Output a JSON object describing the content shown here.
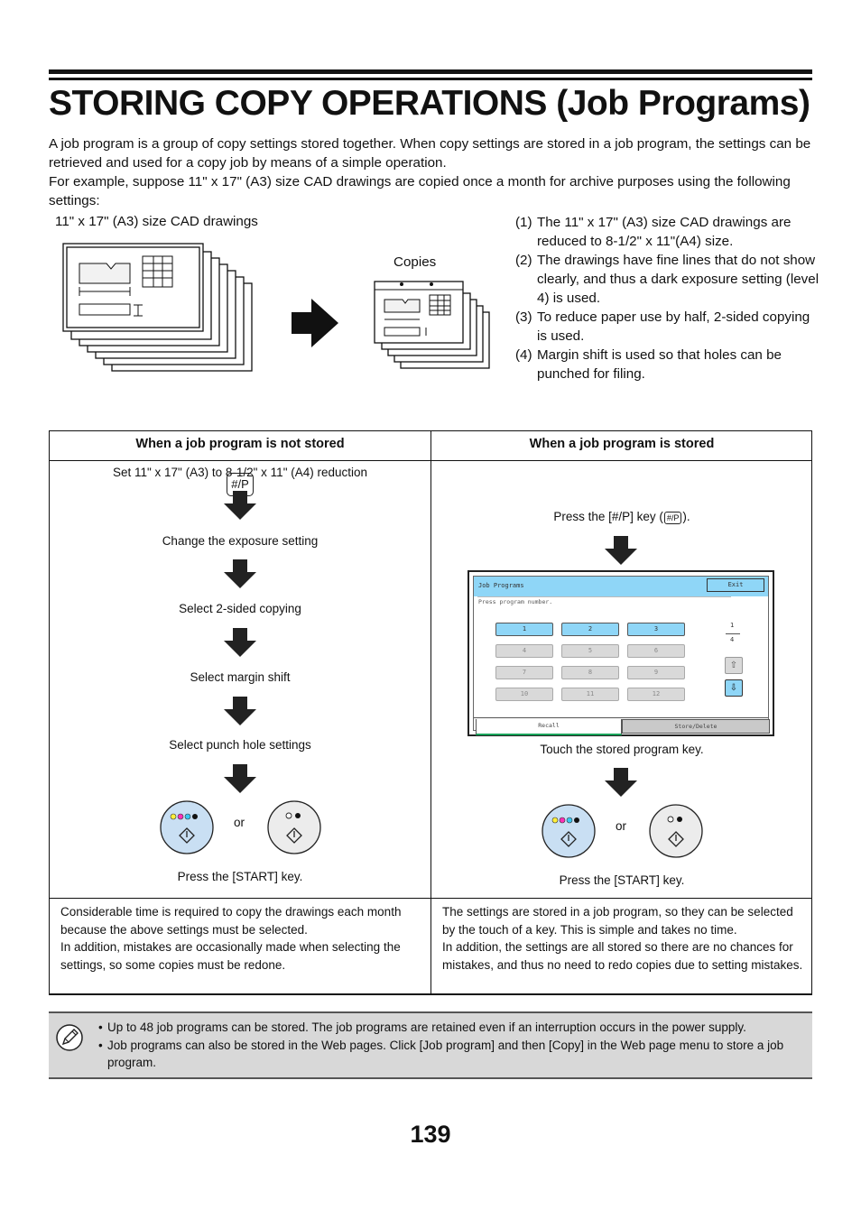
{
  "title": "STORING COPY OPERATIONS (Job Programs)",
  "intro": {
    "p1": "A job program is a group of copy settings stored together. When copy settings are stored in a job program, the settings can be retrieved and used for a copy job by means of a simple operation.",
    "p2": "For example, suppose 11\" x 17\" (A3) size CAD drawings are copied once a month for archive purposes using the following settings:"
  },
  "illustration": {
    "originals_label": "11\" x 17\" (A3) size CAD drawings",
    "copies_label": "Copies"
  },
  "steps": [
    {
      "num": "(1)",
      "text": "The 11\" x 17\" (A3) size CAD drawings are reduced to 8-1/2\" x 11\"(A4) size."
    },
    {
      "num": "(2)",
      "text": "The drawings have fine lines that do not show clearly, and thus a dark exposure setting (level 4) is used."
    },
    {
      "num": "(3)",
      "text": "To reduce paper use by half, 2-sided copying is used."
    },
    {
      "num": "(4)",
      "text": "Margin shift is used so that holes can be punched for filing."
    }
  ],
  "table": {
    "left_header": "When a job program is not stored",
    "right_header": "When a job program is stored",
    "left_flow": [
      "Set 11\" x 17\" (A3) to 8-1/2\" x 11\" (A4) reduction",
      "Change the exposure setting",
      "Select 2-sided copying",
      "Select margin shift",
      "Select punch hole settings"
    ],
    "or": "or",
    "start_caption": "Press the [START] key.",
    "key_label": "#/P",
    "right_press_key_prefix": "Press the [#/P] key (",
    "right_press_key_suffix": ").",
    "right_touch": "Touch the stored program key.",
    "left_note_1": "Considerable time is required to copy the drawings each month because the above settings must be selected.",
    "left_note_2": "In addition, mistakes are occasionally made when selecting the settings, so some copies must be redone.",
    "right_note_1": "The settings are stored in a job program, so they can be selected by the touch of a key. This is simple and takes no time.",
    "right_note_2": "In addition, the settings are all stored so there are no chances for mistakes, and thus no need to redo copies due to setting mistakes."
  },
  "panel": {
    "title": "Job Programs",
    "exit": "Exit",
    "prompt": "Press program number.",
    "keys": [
      "1",
      "2",
      "3",
      "4",
      "5",
      "6",
      "7",
      "8",
      "9",
      "10",
      "11",
      "12"
    ],
    "page_current": "1",
    "page_total": "4",
    "tab_recall": "Recall",
    "tab_store": "Store/Delete"
  },
  "notes": [
    "Up to 48 job programs can be stored. The job programs are retained even if an interruption occurs in the power supply.",
    "Job programs can also be stored in the Web pages. Click [Job program] and then [Copy] in the Web page menu to store a job program."
  ],
  "page_number": "139"
}
